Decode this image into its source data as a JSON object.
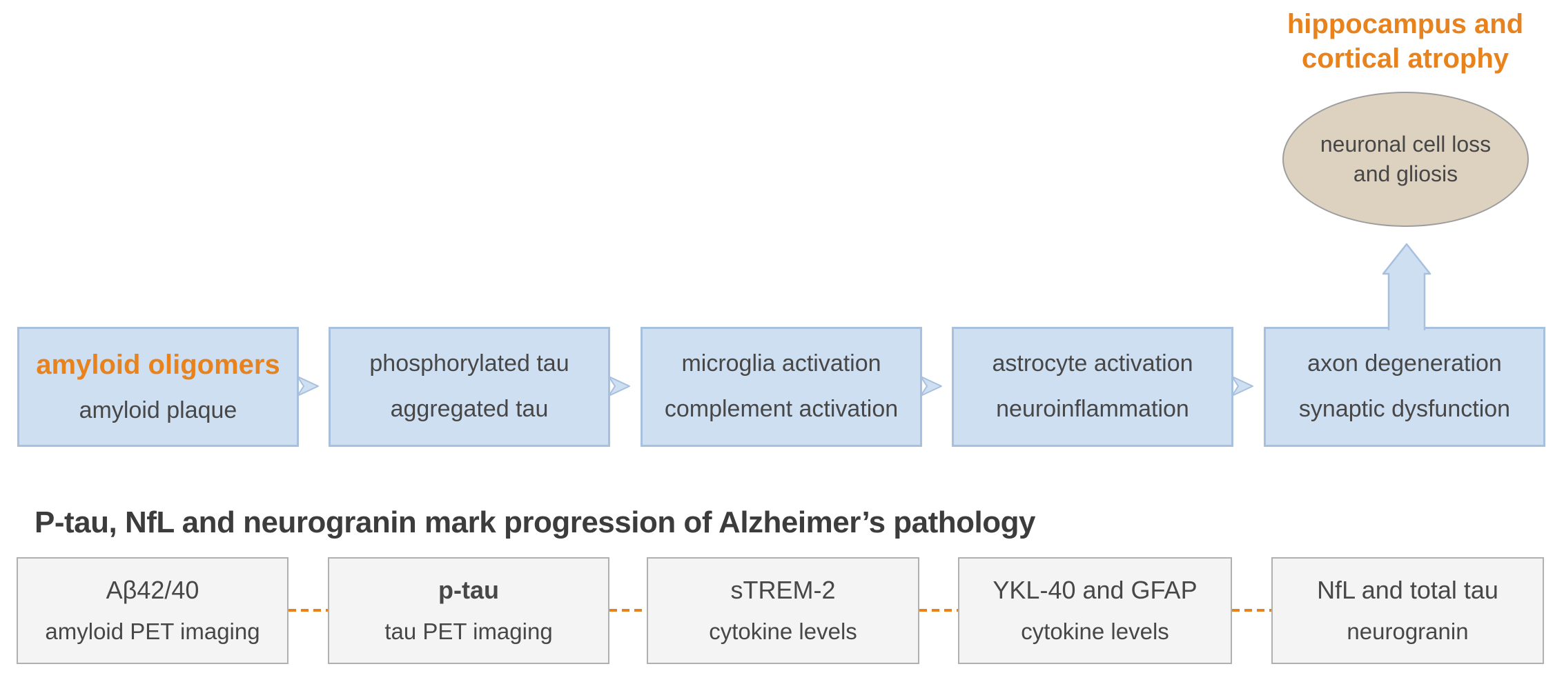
{
  "colors": {
    "accent_orange": "#E8821D",
    "pathway_fill": "#CFDFF2",
    "pathway_border": "#A6C0DE",
    "ellipse_fill": "#DDD1C0",
    "ellipse_border": "#9D9D9D",
    "biomarker_fill": "#F4F4F4",
    "biomarker_border": "#B0B0B0",
    "text_dark": "#474747",
    "heading_color": "#3C3C3C"
  },
  "outcome": {
    "label": "hippocampus and\ncortical atrophy",
    "ellipse_label": "neuronal cell loss\nand gliosis"
  },
  "pathway": {
    "boxes": [
      {
        "line1": "amyloid oligomers",
        "line2": "amyloid plaque"
      },
      {
        "line1": "phosphorylated tau",
        "line2": "aggregated tau"
      },
      {
        "line1": "microglia activation",
        "line2": "complement activation"
      },
      {
        "line1": "astrocyte activation",
        "line2": "neuroinflammation"
      },
      {
        "line1": "axon degeneration",
        "line2": "synaptic dysfunction"
      }
    ]
  },
  "heading": "P-tau, NfL and neurogranin mark progression of Alzheimer’s pathology",
  "biomarkers": {
    "boxes": [
      {
        "line1": "Aβ42/40",
        "line2": "amyloid PET imaging"
      },
      {
        "line1": "p-tau",
        "line2": "tau PET imaging"
      },
      {
        "line1": "sTREM-2",
        "line2": "cytokine levels"
      },
      {
        "line1": "YKL-40 and GFAP",
        "line2": "cytokine levels"
      },
      {
        "line1": "NfL and total tau",
        "line2": "neurogranin"
      }
    ]
  }
}
